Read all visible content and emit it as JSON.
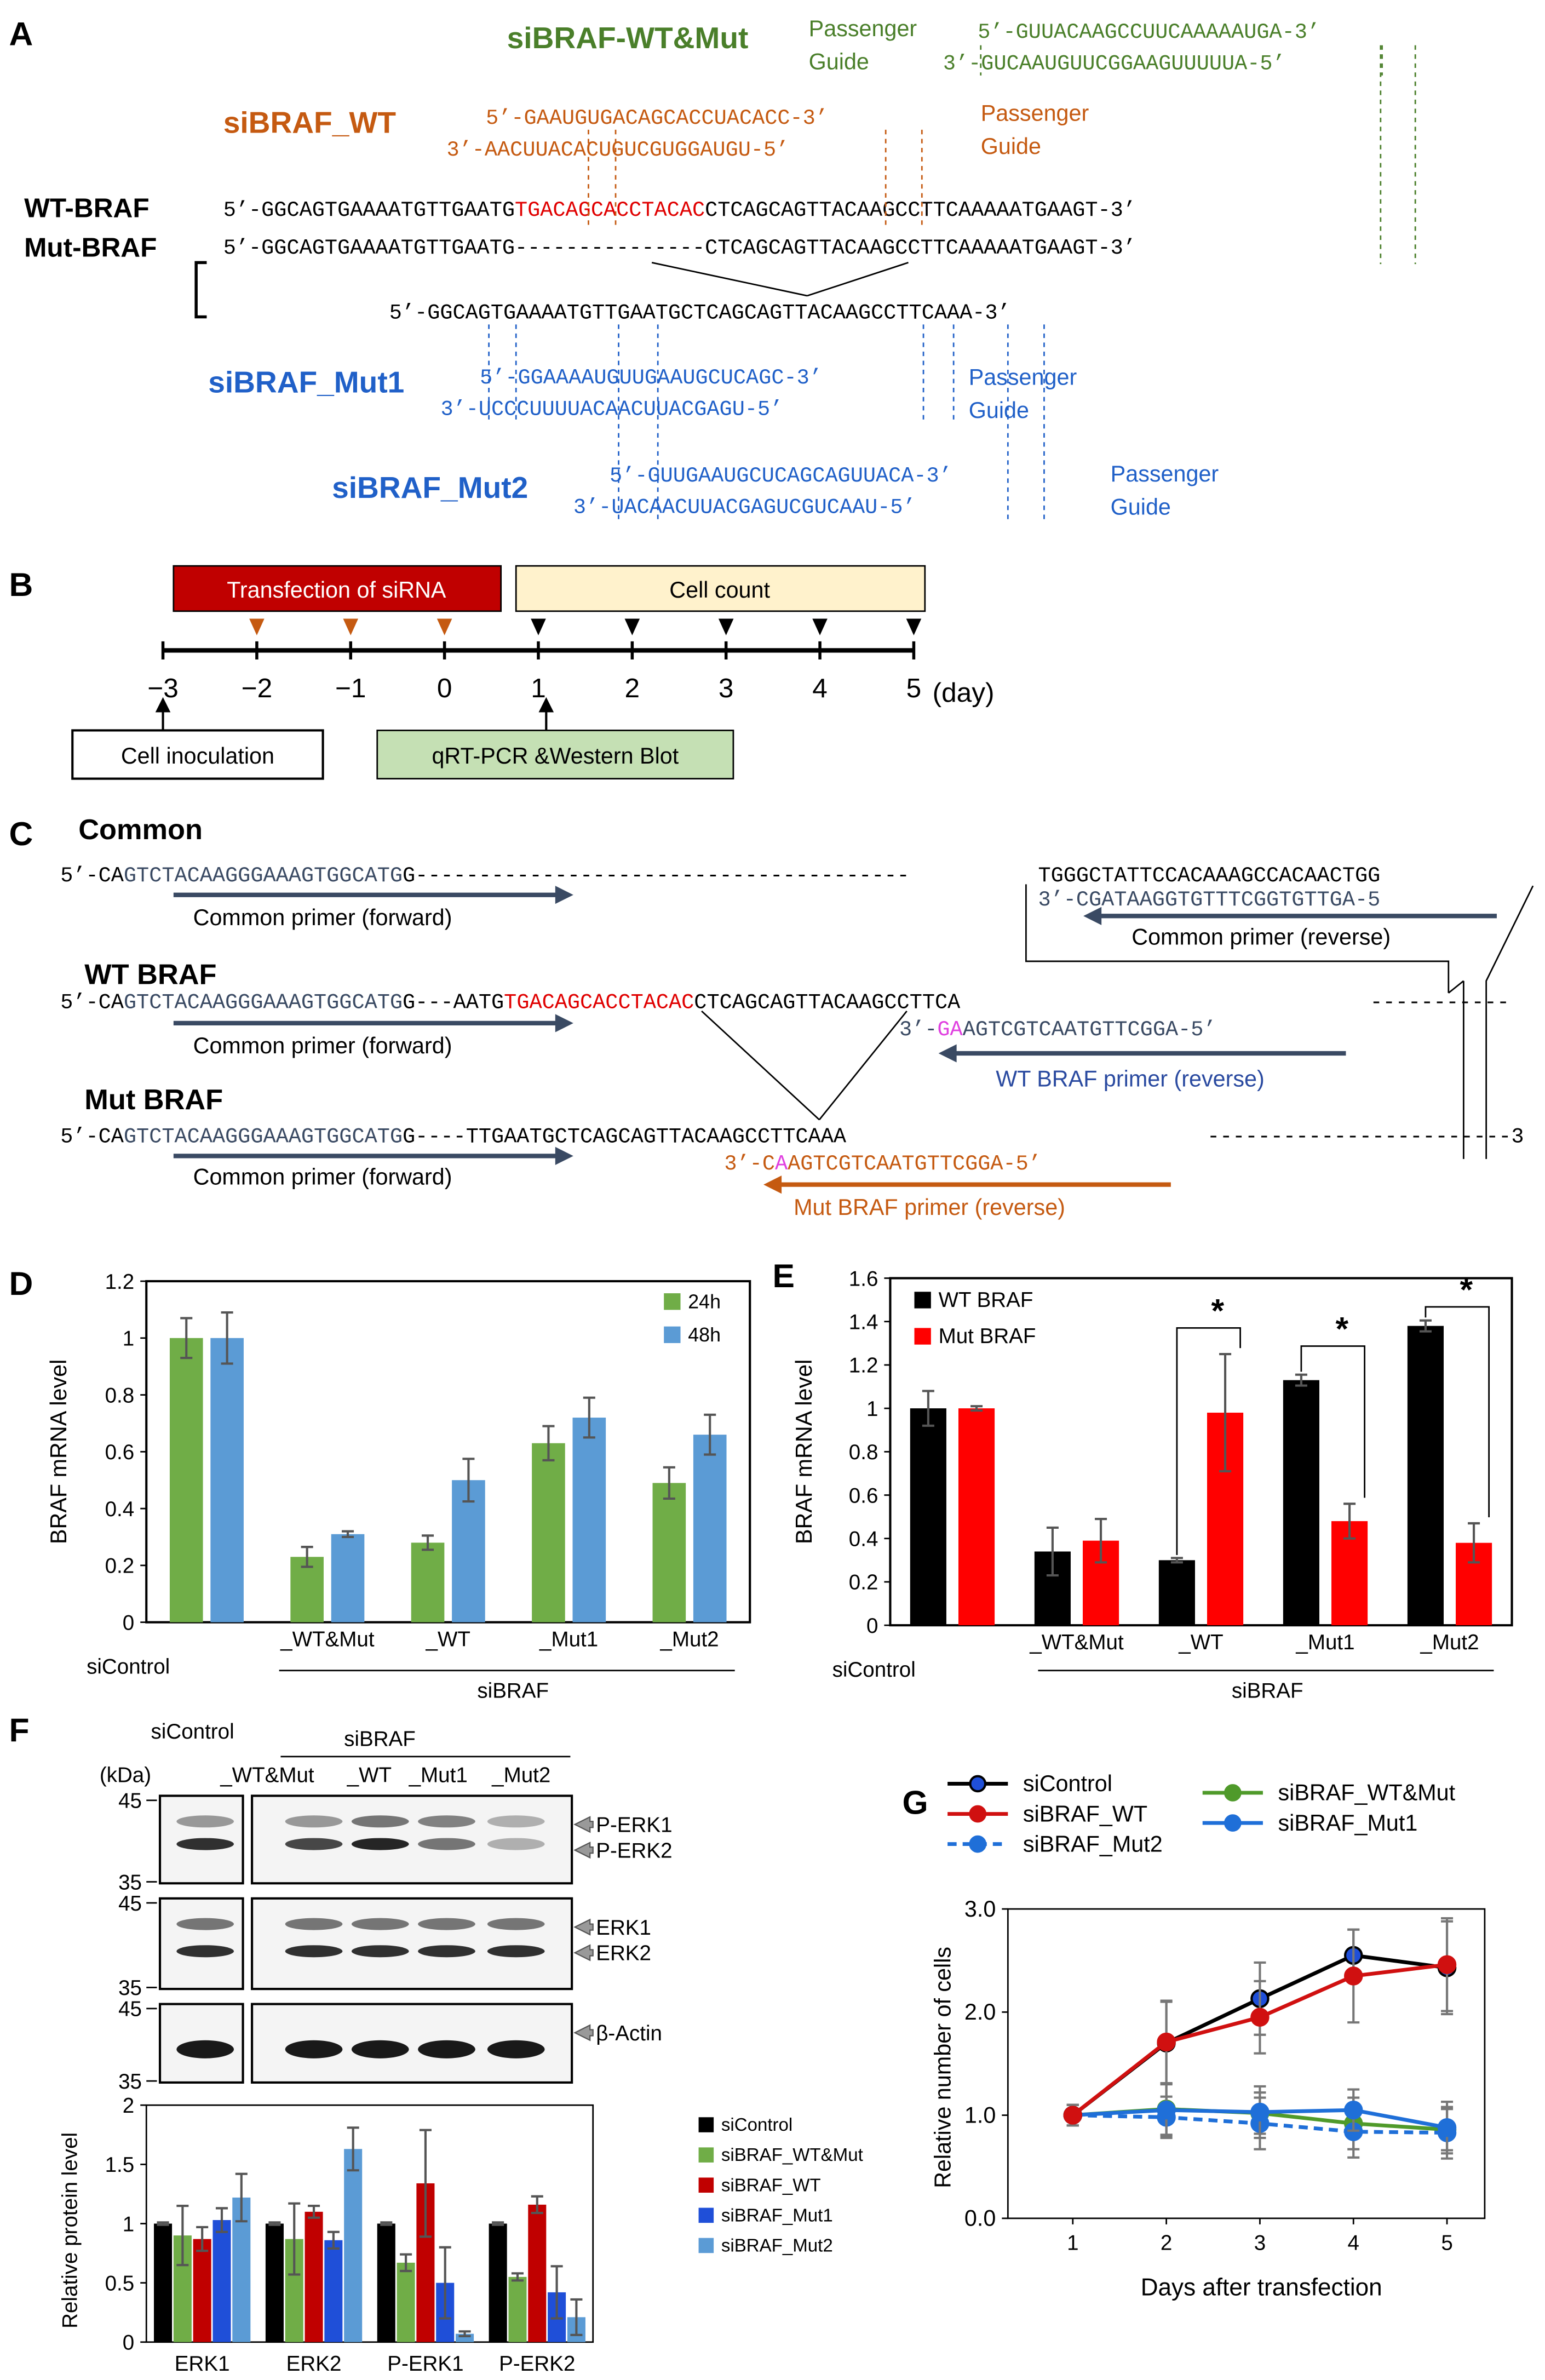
{
  "panel_labels": {
    "a": "A",
    "b": "B",
    "c": "C",
    "d": "D",
    "e": "E",
    "f": "F",
    "g": "G"
  },
  "colors": {
    "green": "#4a7f2a",
    "orange": "#c55a11",
    "blue": "#2060c8",
    "red": "#e00000",
    "navy": "#3a4a63",
    "bar_green": "#70ad47",
    "bar_blue": "#5b9bd5",
    "magenta": "#e040e0",
    "transfection_fill": "#c00000",
    "cellcount_fill": "#fff2cc",
    "qrt_fill": "#c5e0b4"
  },
  "panel_a": {
    "siwt_mut_title": "siBRAF-WT&Mut",
    "siwt_mut_passenger": "5’-GUUACAAGCCUUCAAAAAUGA-3’",
    "siwt_mut_guide": "3’-GUCAAUGUUCGGAAGUUUUUA-5’",
    "passenger": "Passenger",
    "guide": "Guide",
    "siwt_title": "siBRAF_WT",
    "siwt_passenger": "5’-GAAUGUGACAGCACCUACACC-3’",
    "siwt_guide": "3’-AACUUACACUGUCGUGGAUGU-5’",
    "wt_label": "WT-BRAF",
    "mut_label": "Mut-BRAF",
    "wt_seq_a": "5’-GGCAGTGAAAATGTTGAATG",
    "wt_seq_red": "TGACAGCACCTACAC",
    "wt_seq_b": "CTCAGCAGTTACAAGCCTTCAAAAATGAAGT-3’",
    "mut_seq_a": "5’-GGCAGTGAAAATGTTGAATG",
    "mut_seq_dash": "---------------",
    "mut_seq_b": "CTCAGCAGTTACAAGCCTTCAAAAATGAAGT-3’",
    "mut_joined": "5’-GGCAGTGAAAATGTTGAATGCTCAGCAGTTACAAGCCTTCAAA-3’",
    "mut1_title": "siBRAF_Mut1",
    "mut1_passenger": "5’-GGAAAAUGUUGAAUGCUCAGC-3’",
    "mut1_guide": "3’-UCCCUUUUACAACUUACGAGU-5’",
    "mut2_title": "siBRAF_Mut2",
    "mut2_passenger": "5’-GUUGAAUGCUCAGCAGUUACA-3’",
    "mut2_guide": "3’-UACAACUUACGAGUCGUCAAU-5’"
  },
  "panel_b": {
    "transfection": "Transfection of siRNA",
    "cell_count": "Cell count",
    "cell_inoculation": "Cell inoculation",
    "qrt": "qRT-PCR &Western Blot",
    "ticks": [
      "−3",
      "−2",
      "−1",
      "0",
      "1",
      "2",
      "3",
      "4",
      "5"
    ],
    "unit": "(day)"
  },
  "panel_c": {
    "common_title": "Common",
    "common_seq_a": "5’-CA",
    "common_seq_primer": "GTCTACAAGGGAAAGTGGCATG",
    "common_seq_b": "G",
    "common_dash": "---------------------------------------",
    "common_right": "TGGGCTATTCCACAAAGCCACAACTGG",
    "common_rev_seq": "3’-CGATAAGGTGTTTCGGTGTTGA-5",
    "common_fwd_label": "Common primer  (forward)",
    "common_rev_label": "Common primer  (reverse)",
    "wt_title": "WT BRAF",
    "wt_seq_mid": "---AATG",
    "wt_seq_red": "TGACAGCACCTACAC",
    "wt_seq_end": "CTCAGCAGTTACAAGCCTTCA",
    "wt_tail_dash": "-----------",
    "wt_primer_a": "3’-",
    "wt_primer_mag": "GA",
    "wt_primer_b": "AGTCGTCAATGTTCGGA-5’",
    "wt_primer_label": "WT BRAF primer  (reverse)",
    "mut_title": "Mut BRAF",
    "mut_seq_mid": "----TTGAATG",
    "mut_seq_end": "CTCAGCAGTTACAAGCCTTCAAA",
    "mut_tail_dash": "------------------------3",
    "mut_primer_a": "3’-C",
    "mut_primer_mag": "A",
    "mut_primer_b": "AGTCGTCAATGTTCGGA-5’",
    "mut_primer_label": "Mut BRAF primer  (reverse)"
  },
  "panel_d": {
    "chart_data": {
      "type": "bar",
      "ylabel": "BRAF mRNA level",
      "ylim": [
        0,
        1.2
      ],
      "yticks": [
        "0",
        "0.2",
        "0.4",
        "0.6",
        "0.8",
        "1",
        "1.2"
      ],
      "categories": [
        "siControl",
        "_WT&Mut",
        "_WT",
        "_Mut1",
        "_Mut2"
      ],
      "group_label": "siBRAF",
      "series": [
        {
          "name": "24h",
          "color": "#70ad47",
          "values": [
            1.0,
            0.23,
            0.28,
            0.63,
            0.49
          ],
          "errors": [
            0.07,
            0.035,
            0.025,
            0.06,
            0.055
          ]
        },
        {
          "name": "48h",
          "color": "#5b9bd5",
          "values": [
            1.0,
            0.31,
            0.5,
            0.72,
            0.66
          ],
          "errors": [
            0.09,
            0.01,
            0.075,
            0.07,
            0.07
          ]
        }
      ]
    }
  },
  "panel_e": {
    "chart_data": {
      "type": "bar",
      "ylabel": "BRAF mRNA level",
      "ylim": [
        0,
        1.6
      ],
      "yticks": [
        "0",
        "0.2",
        "0.4",
        "0.6",
        "0.8",
        "1",
        "1.2",
        "1.4",
        "1.6"
      ],
      "categories": [
        "siControl",
        "_WT&Mut",
        "_WT",
        "_Mut1",
        "_Mut2"
      ],
      "group_label": "siBRAF",
      "significance": "*",
      "series": [
        {
          "name": "WT BRAF",
          "color": "#000000",
          "values": [
            1.0,
            0.34,
            0.3,
            1.13,
            1.38
          ],
          "errors": [
            0.08,
            0.11,
            0.01,
            0.025,
            0.025
          ]
        },
        {
          "name": "Mut BRAF",
          "color": "#ff0000",
          "values": [
            1.0,
            0.39,
            0.98,
            0.48,
            0.38
          ],
          "errors": [
            0.01,
            0.1,
            0.27,
            0.08,
            0.09
          ]
        }
      ]
    }
  },
  "panel_f": {
    "sicontrol": "siControl",
    "sibraf": "siBRAF",
    "lanes": [
      "_WT&Mut",
      "_WT",
      "_Mut1",
      "_Mut2"
    ],
    "kda": "(kDa)",
    "marker_45": "45",
    "marker_35": "35",
    "blot_labels": [
      "P-ERK1",
      "P-ERK2",
      "ERK1",
      "ERK2",
      "β-Actin"
    ],
    "chart_data": {
      "type": "bar",
      "ylabel": "Relative protein level",
      "ylim": [
        0,
        2
      ],
      "yticks": [
        "0",
        "0.5",
        "1",
        "1.5",
        "2"
      ],
      "categories": [
        "ERK1",
        "ERK2",
        "P-ERK1",
        "P-ERK2"
      ],
      "series": [
        {
          "name": "siControl",
          "color": "#000000",
          "values": [
            1.0,
            1.0,
            1.0,
            1.0
          ],
          "errors": [
            0.01,
            0.01,
            0.01,
            0.01
          ]
        },
        {
          "name": "siBRAF_WT&Mut",
          "color": "#70ad47",
          "values": [
            0.9,
            0.87,
            0.67,
            0.55
          ],
          "errors": [
            0.25,
            0.3,
            0.07,
            0.03
          ]
        },
        {
          "name": "siBRAF_WT",
          "color": "#c00000",
          "values": [
            0.87,
            1.1,
            1.34,
            1.16
          ],
          "errors": [
            0.1,
            0.05,
            0.45,
            0.07
          ]
        },
        {
          "name": "siBRAF_Mut1",
          "color": "#1f4fd8",
          "values": [
            1.03,
            0.86,
            0.5,
            0.42
          ],
          "errors": [
            0.1,
            0.07,
            0.3,
            0.22
          ]
        },
        {
          "name": "siBRAF_Mut2",
          "color": "#5b9bd5",
          "values": [
            1.22,
            1.63,
            0.07,
            0.21
          ],
          "errors": [
            0.2,
            0.18,
            0.02,
            0.15
          ]
        }
      ]
    }
  },
  "panel_g": {
    "chart_data": {
      "type": "line",
      "xlabel": "Days after transfection",
      "ylabel": "Relative number of cells",
      "x": [
        1,
        2,
        3,
        4,
        5
      ],
      "ylim": [
        0,
        3
      ],
      "yticks": [
        "0.0",
        "1.0",
        "2.0",
        "3.0"
      ],
      "xticks": [
        "1",
        "2",
        "3",
        "4",
        "5"
      ],
      "series": [
        {
          "name": "siControl",
          "color": "#000000",
          "marker": "#1f4fd8",
          "dashed": false,
          "values": [
            1.0,
            1.7,
            2.13,
            2.55,
            2.43
          ],
          "errors": [
            0.1,
            0.4,
            0.35,
            0.25,
            0.45
          ]
        },
        {
          "name": "siBRAF_WT",
          "color": "#d01010",
          "marker": "#d01010",
          "dashed": false,
          "values": [
            1.0,
            1.71,
            1.95,
            2.35,
            2.46
          ],
          "errors": [
            0.1,
            0.4,
            0.35,
            0.45,
            0.45
          ]
        },
        {
          "name": "siBRAF_Mut2",
          "color": "#1f6fd8",
          "marker": "#1f6fd8",
          "dashed": true,
          "values": [
            1.0,
            0.98,
            0.92,
            0.84,
            0.83
          ],
          "errors": [
            0.1,
            0.2,
            0.25,
            0.25,
            0.25
          ]
        },
        {
          "name": "siBRAF_WT&Mut",
          "color": "#4f9a2a",
          "marker": "#4f9a2a",
          "dashed": false,
          "values": [
            1.0,
            1.06,
            1.02,
            0.92,
            0.86
          ],
          "errors": [
            0.1,
            0.25,
            0.2,
            0.25,
            0.2
          ]
        },
        {
          "name": "siBRAF_Mut1",
          "color": "#1f6fd8",
          "marker": "#1f6fd8",
          "dashed": false,
          "values": [
            1.0,
            1.05,
            1.03,
            1.05,
            0.88
          ],
          "errors": [
            0.1,
            0.25,
            0.25,
            0.2,
            0.25
          ]
        }
      ]
    }
  }
}
